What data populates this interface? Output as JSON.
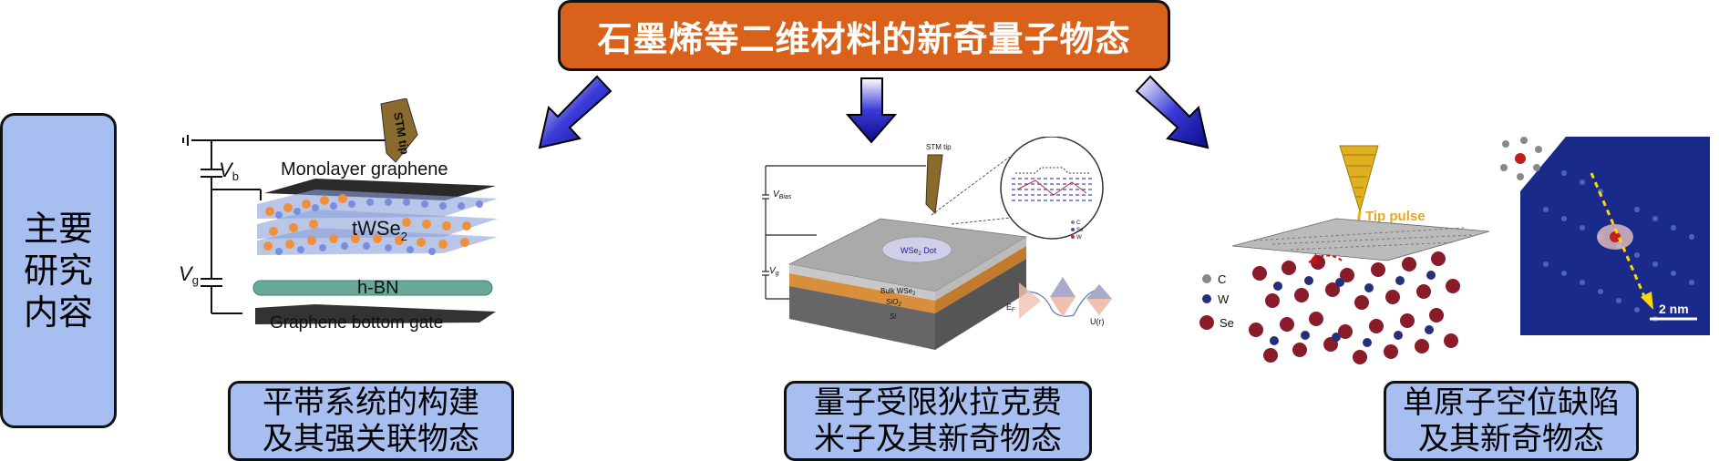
{
  "title": "石墨烯等二维材料的新奇量子物态",
  "side_label": "主要研究内容",
  "panels": [
    {
      "caption": "平带系统的构建\n及其强关联物态",
      "labels": {
        "tip": "STM tip",
        "vb": "V",
        "vb_sub": "b",
        "vg": "V",
        "vg_sub": "g",
        "monolayer": "Monolayer graphene",
        "twse2": "tWSe",
        "twse2_sub": "2",
        "hbn": "h-BN",
        "gate": "Graphene bottom gate"
      }
    },
    {
      "caption": "量子受限狄拉克费\n米子及其新奇物态",
      "labels": {
        "tip": "STM tip",
        "vbias": "V",
        "vbias_sub": "Bias",
        "vg": "V",
        "vg_sub": "g",
        "dot": "WSe",
        "dot_sub": "2",
        "dot_suffix": " Dot",
        "bulk": "Bulk WSe",
        "bulk_sub": "2",
        "sio2": "SiO",
        "sio2_sub": "2",
        "si": "Si",
        "ef": "E",
        "ef_sub": "F",
        "ur": "U(r)",
        "legend_c": "C",
        "legend_se": "Se",
        "legend_w": "W"
      }
    },
    {
      "caption": "单原子空位缺陷\n及其新奇物态",
      "labels": {
        "tip_pulse": "Tip pulse",
        "c": "C",
        "w": "W",
        "se": "Se",
        "scale": "2 nm"
      }
    }
  ],
  "colors": {
    "title_bg": "#d9611a",
    "box_bg": "#a6bff0",
    "arrow": "#1a1aa8"
  }
}
